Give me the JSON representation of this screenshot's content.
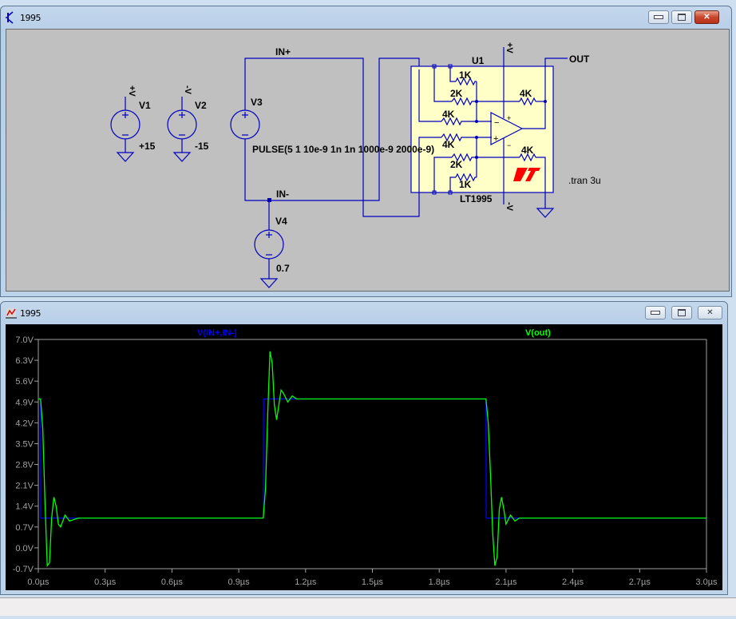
{
  "schematic_window": {
    "title": "1995",
    "icon": "transistor-icon",
    "buttons": {
      "minimize": "minimize-icon",
      "maximize": "maximize-icon",
      "close": "close-icon"
    }
  },
  "schematic": {
    "sources": [
      {
        "name": "V1",
        "net": "+V",
        "value": "+15"
      },
      {
        "name": "V2",
        "net": "-V",
        "value": "-15"
      },
      {
        "name": "V3",
        "value": "PULSE(5 1 10e-9 1n 1n 1000e-9 2000e-9)"
      },
      {
        "name": "V4",
        "value": "0.7"
      }
    ],
    "net_labels": {
      "in_plus": "IN+",
      "in_minus": "IN-",
      "out": "OUT",
      "vplus": "+V",
      "vminus": "-V"
    },
    "ic": {
      "ref": "U1",
      "part": "LT1995",
      "logo": "LT"
    },
    "resistors": [
      "1K",
      "2K",
      "4K",
      "4K",
      "4K",
      "2K",
      "1K",
      "4K"
    ],
    "directive": ".tran 3u"
  },
  "plot_window": {
    "title": "1995",
    "icon": "waveform-icon",
    "buttons": {
      "minimize": "minimize-icon",
      "maximize": "maximize-icon",
      "close": "close-icon"
    }
  },
  "chart_data": {
    "type": "line",
    "title": "",
    "xlabel": "",
    "ylabel": "",
    "xlim": [
      0,
      3.0
    ],
    "ylim": [
      -0.7,
      7.0
    ],
    "x_unit": "µs",
    "y_unit": "V",
    "x_ticks": [
      "0.0µs",
      "0.3µs",
      "0.6µs",
      "0.9µs",
      "1.2µs",
      "1.5µs",
      "1.8µs",
      "2.1µs",
      "2.4µs",
      "2.7µs",
      "3.0µs"
    ],
    "y_ticks": [
      "7.0V",
      "6.3V",
      "5.6V",
      "4.9V",
      "4.2V",
      "3.5V",
      "2.8V",
      "2.1V",
      "1.4V",
      "0.7V",
      "0.0V",
      "-0.7V"
    ],
    "legend_placement": "top",
    "series": [
      {
        "name": "V(IN+,IN-)",
        "color": "#0000ff",
        "x": [
          0,
          0.01,
          0.011,
          1.01,
          1.011,
          2.01,
          2.011,
          3.0
        ],
        "y": [
          5.0,
          5.0,
          1.0,
          1.0,
          5.0,
          5.0,
          1.0,
          1.0
        ]
      },
      {
        "name": "V(out)",
        "color": "#00ff00",
        "x": [
          0,
          0.01,
          0.02,
          0.03,
          0.04,
          0.05,
          0.06,
          0.07,
          0.08,
          0.09,
          0.1,
          0.12,
          0.14,
          0.16,
          0.18,
          0.2,
          1.0,
          1.01,
          1.02,
          1.03,
          1.04,
          1.05,
          1.06,
          1.07,
          1.08,
          1.09,
          1.1,
          1.12,
          1.14,
          1.16,
          1.18,
          1.2,
          2.0,
          2.01,
          2.02,
          2.03,
          2.04,
          2.05,
          2.06,
          2.07,
          2.08,
          2.09,
          2.1,
          2.12,
          2.14,
          2.16,
          2.18,
          2.2,
          3.0
        ],
        "y": [
          5.0,
          5.0,
          4.0,
          1.5,
          -0.6,
          -0.5,
          1.0,
          1.7,
          1.4,
          0.8,
          0.7,
          1.1,
          0.9,
          0.95,
          1.0,
          1.0,
          1.0,
          1.0,
          2.0,
          4.5,
          6.6,
          6.2,
          4.8,
          4.3,
          4.8,
          5.3,
          5.2,
          4.9,
          5.1,
          5.0,
          5.0,
          5.0,
          5.0,
          5.0,
          4.2,
          2.5,
          0.5,
          -0.6,
          -0.3,
          1.3,
          1.7,
          1.3,
          0.8,
          1.1,
          0.9,
          1.0,
          1.0,
          1.0,
          1.0
        ]
      }
    ],
    "grid": false
  }
}
